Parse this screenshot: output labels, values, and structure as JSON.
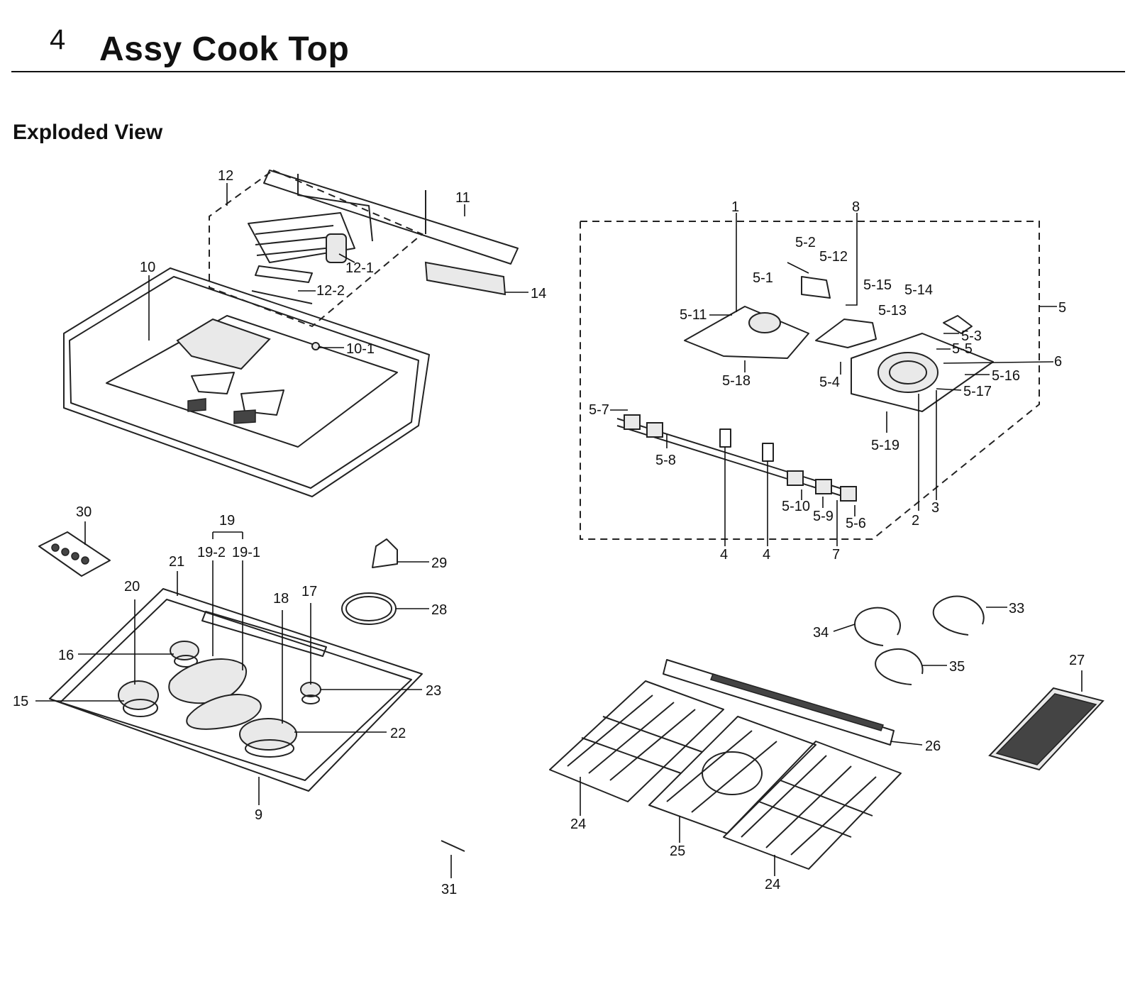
{
  "header": {
    "number": "4",
    "title": "Assy Cook Top"
  },
  "section": {
    "title": "Exploded View"
  },
  "callouts": {
    "c1": "1",
    "c2": "2",
    "c3": "3",
    "c4a": "4",
    "c4b": "4",
    "c5": "5",
    "c6": "6",
    "c7": "7",
    "c8": "8",
    "c5_1": "5-1",
    "c5_2": "5-2",
    "c5_3": "5-3",
    "c5_4": "5-4",
    "c5_5": "5-5",
    "c5_6": "5-6",
    "c5_7": "5-7",
    "c5_8": "5-8",
    "c5_9": "5-9",
    "c5_10": "5-10",
    "c5_11": "5-11",
    "c5_12": "5-12",
    "c5_13": "5-13",
    "c5_14": "5-14",
    "c5_15": "5-15",
    "c5_16": "5-16",
    "c5_17": "5-17",
    "c5_18": "5-18",
    "c5_19": "5-19",
    "c9": "9",
    "c10": "10",
    "c10_1": "10-1",
    "c11": "11",
    "c12": "12",
    "c12_1": "12-1",
    "c12_2": "12-2",
    "c14": "14",
    "c15": "15",
    "c16": "16",
    "c17": "17",
    "c18": "18",
    "c19": "19",
    "c19_1": "19-1",
    "c19_2": "19-2",
    "c20": "20",
    "c21": "21",
    "c22": "22",
    "c23": "23",
    "c24a": "24",
    "c24b": "24",
    "c25": "25",
    "c26": "26",
    "c27": "27",
    "c28": "28",
    "c29": "29",
    "c30": "30",
    "c31": "31",
    "c33": "33",
    "c34": "34",
    "c35": "35"
  }
}
